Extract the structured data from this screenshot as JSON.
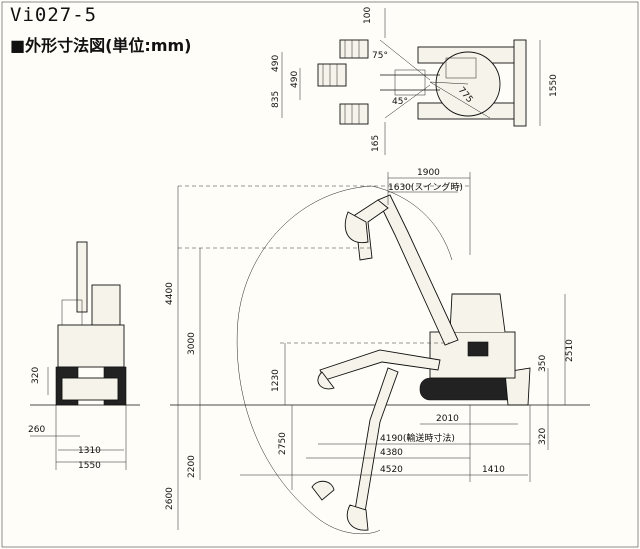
{
  "title": "Vi027-5",
  "subtitle": "■外形寸法図(単位:mm)",
  "top_view": {
    "dim_100": "100",
    "dim_490a": "490",
    "dim_490b": "490",
    "dim_835": "835",
    "dim_165": "165",
    "dim_1550": "1550",
    "angle_75": "75°",
    "angle_45": "45°",
    "radius_775": "775"
  },
  "front_view": {
    "dim_320": "320",
    "dim_260": "260",
    "dim_1310": "1310",
    "dim_1550": "1550"
  },
  "side_view": {
    "dim_1900": "1900",
    "dim_1630": "1630(スイング時)",
    "dim_4400": "4400",
    "dim_3000": "3000",
    "dim_1230": "1230",
    "dim_2750": "2750",
    "dim_2200": "2200",
    "dim_2600": "2600",
    "dim_2510": "2510",
    "dim_350": "350",
    "dim_320": "320",
    "dim_2010": "2010",
    "dim_4190": "4190(輸送時寸法)",
    "dim_4380": "4380",
    "dim_4520": "4520",
    "dim_1410": "1410"
  }
}
